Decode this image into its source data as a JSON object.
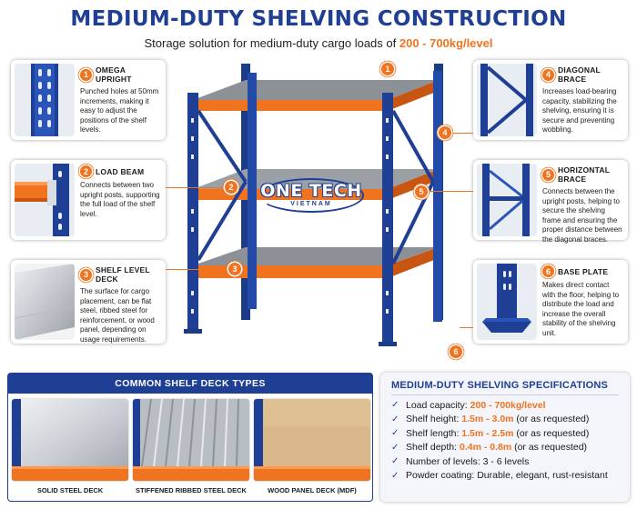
{
  "header": {
    "title": "MEDIUM-DUTY SHELVING CONSTRUCTION",
    "subtitle_prefix": "Storage solution for medium-duty cargo loads of ",
    "subtitle_highlight": "200 - 700kg/level"
  },
  "components": [
    {
      "number": "1",
      "title": "OMEGA UPRIGHT",
      "description": "Punched holes at 50mm increments, making it easy to adjust the positions of the shelf levels."
    },
    {
      "number": "2",
      "title": "LOAD BEAM",
      "description": "Connects between two upright posts, supporting the full load of the shelf level."
    },
    {
      "number": "3",
      "title": "SHELF LEVEL DECK",
      "description": "The surface for cargo placement, can be flat steel, ribbed steel for reinforcement, or wood panel, depending on usage requirements."
    },
    {
      "number": "4",
      "title": "DIAGONAL BRACE",
      "description": "Increases load-bearing capacity, stabilizing the shelving, ensuring it is secure and preventing wobbling."
    },
    {
      "number": "5",
      "title": "HORIZONTAL BRACE",
      "description": "Connects between the upright posts, helping to secure the shelving frame and ensuring the proper distance between the diagonal braces."
    },
    {
      "number": "6",
      "title": "BASE PLATE",
      "description": "Makes direct contact with the floor, helping to distribute the load and increase the overall stability of the shelving unit."
    }
  ],
  "diagram_badges": [
    "1",
    "2",
    "3",
    "4",
    "5",
    "6"
  ],
  "brand": {
    "name": "ONE TECH",
    "sub": "VIETNAM"
  },
  "deck_types": {
    "heading": "COMMON SHELF DECK TYPES",
    "items": [
      {
        "label": "SOLID STEEL DECK"
      },
      {
        "label": "STIFFENED RIBBED STEEL DECK"
      },
      {
        "label": "WOOD PANEL DECK (MDF)"
      }
    ]
  },
  "specs": {
    "heading": "MEDIUM-DUTY SHELVING SPECIFICATIONS",
    "items": [
      {
        "label": "Load capacity: ",
        "value": "200 - 700kg/level",
        "suffix": ""
      },
      {
        "label": "Shelf height: ",
        "value": "1.5m - 3.0m",
        "suffix": " (or as requested)"
      },
      {
        "label": "Shelf length: ",
        "value": "1.5m - 2.5m",
        "suffix": " (or as requested)"
      },
      {
        "label": "Shelf depth: ",
        "value": "0.4m - 0.8m",
        "suffix": " (or as requested)"
      },
      {
        "label": "Number of levels: 3 - 6 levels",
        "value": "",
        "suffix": ""
      },
      {
        "label": "Powder coating: Durable, elegant, rust-resistant",
        "value": "",
        "suffix": ""
      }
    ]
  },
  "colors": {
    "blue": "#1f3f95",
    "orange": "#f0731f",
    "steel": "#9aa0a6"
  },
  "icons": {
    "check": "check-icon"
  }
}
